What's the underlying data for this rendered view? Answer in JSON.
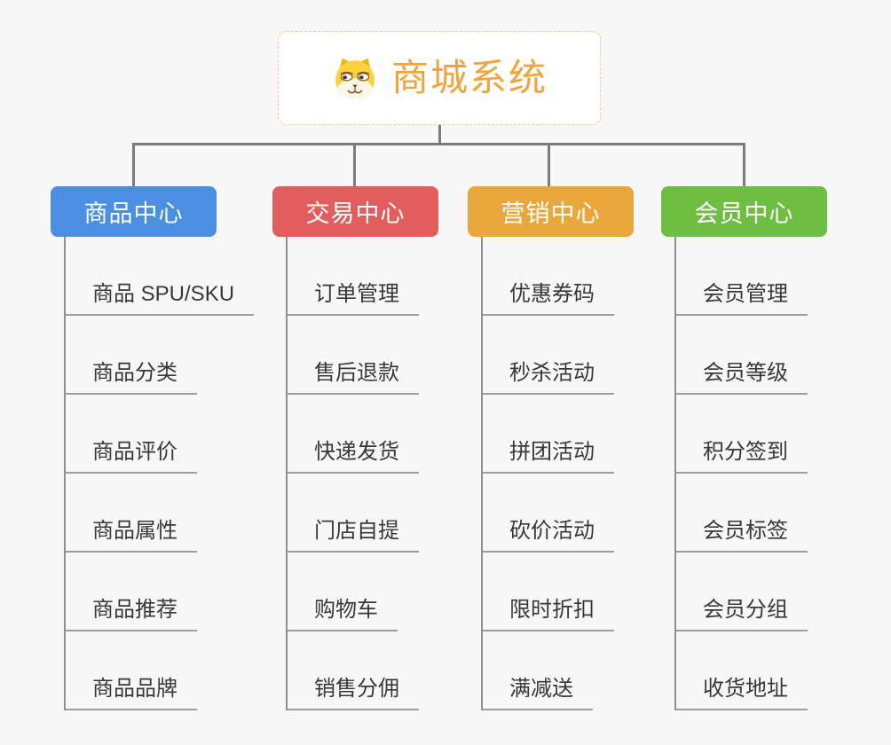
{
  "root": {
    "title": "商城系统",
    "icon": "doge-icon"
  },
  "branches": [
    {
      "label": "商品中心",
      "color": "#4A8FE2",
      "children": [
        "商品 SPU/SKU",
        "商品分类",
        "商品评价",
        "商品属性",
        "商品推荐",
        "商品品牌"
      ]
    },
    {
      "label": "交易中心",
      "color": "#E25D5D",
      "children": [
        "订单管理",
        "售后退款",
        "快递发货",
        "门店自提",
        "购物车",
        "销售分佣"
      ]
    },
    {
      "label": "营销中心",
      "color": "#EAA73C",
      "children": [
        "优惠券码",
        "秒杀活动",
        "拼团活动",
        "砍价活动",
        "限时折扣",
        "满减送"
      ]
    },
    {
      "label": "会员中心",
      "color": "#6FBE44",
      "children": [
        "会员管理",
        "会员等级",
        "积分签到",
        "会员标签",
        "会员分组",
        "收货地址"
      ]
    }
  ],
  "colors": {
    "background": "#f7f7f7",
    "connector": "#7c7c7c",
    "trunk": "#909090",
    "underline": "#9d9d9d",
    "child_text": "#383838",
    "root_text": "#f0a43c",
    "root_border": "#f3c98b"
  }
}
